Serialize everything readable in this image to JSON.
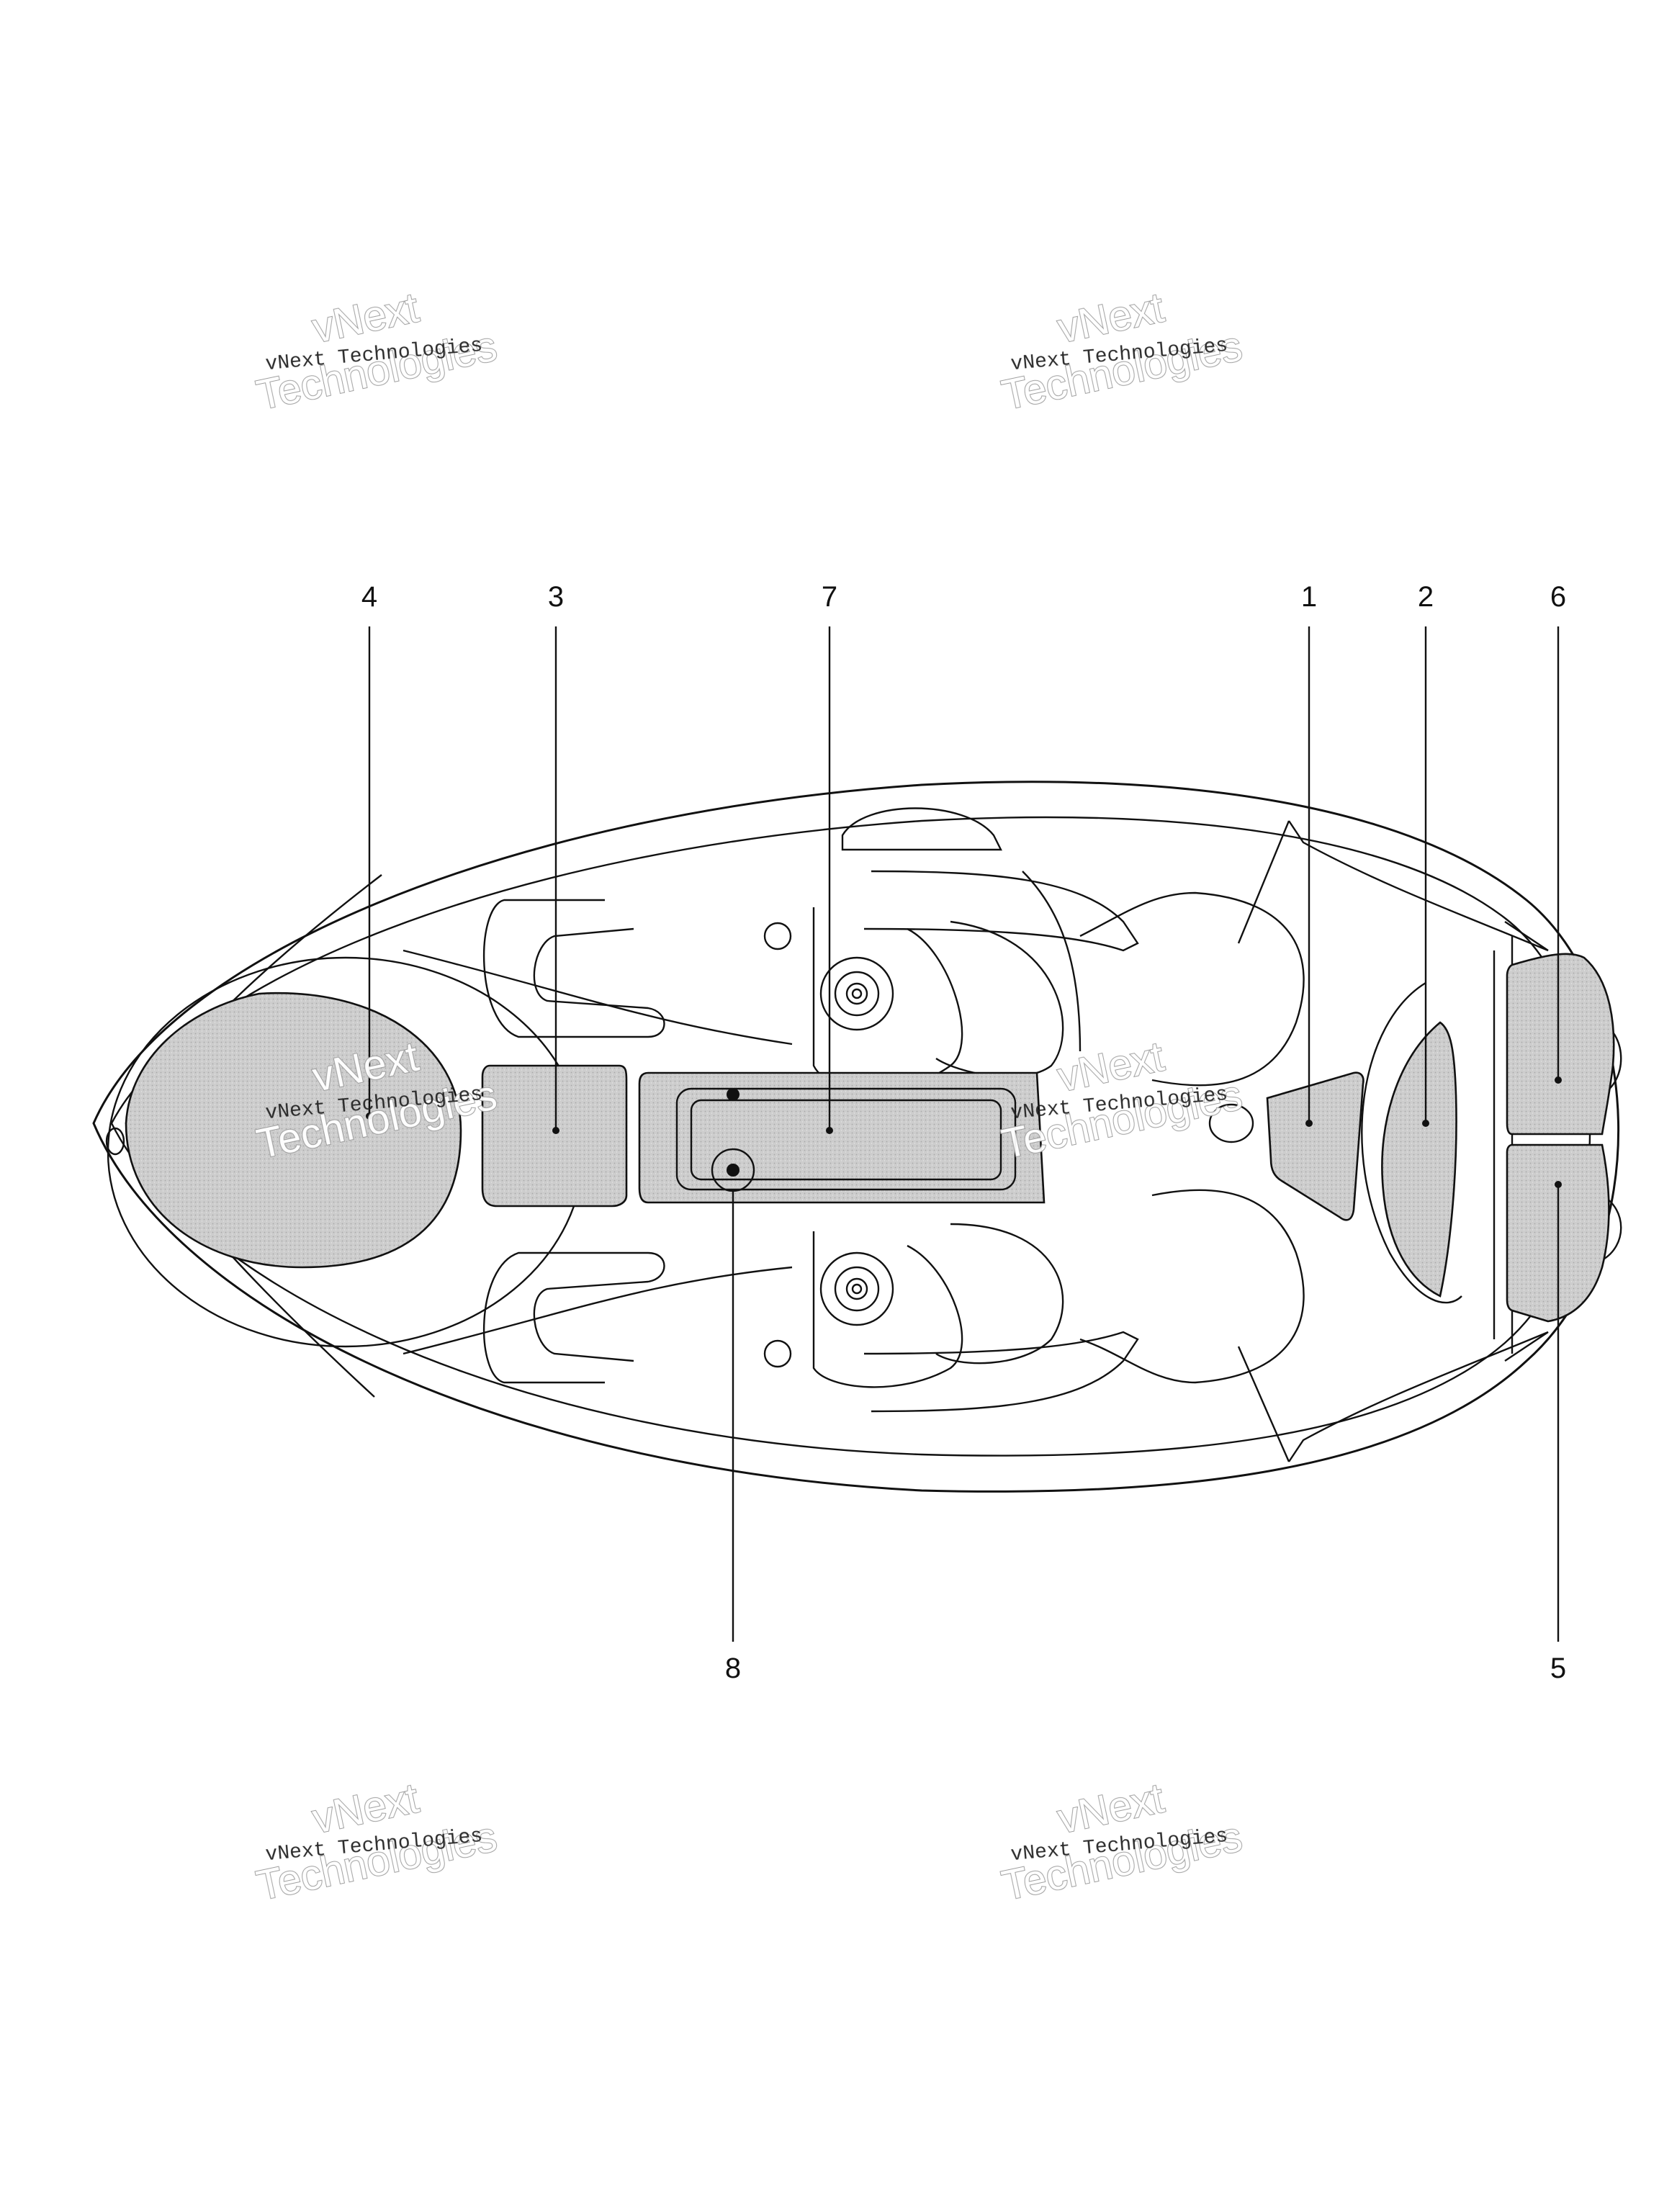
{
  "colors": {
    "pad_fill": "#cfcfcf",
    "outline": "#111111",
    "background": "#ffffff"
  },
  "watermark": {
    "line1": "vNext Technologies",
    "line2_top": "vNext",
    "line2_bottom": "Technologies"
  },
  "callouts": {
    "n1": "1",
    "n2": "2",
    "n3": "3",
    "n4": "4",
    "n5": "5",
    "n6": "6",
    "n7": "7",
    "n8": "8"
  }
}
